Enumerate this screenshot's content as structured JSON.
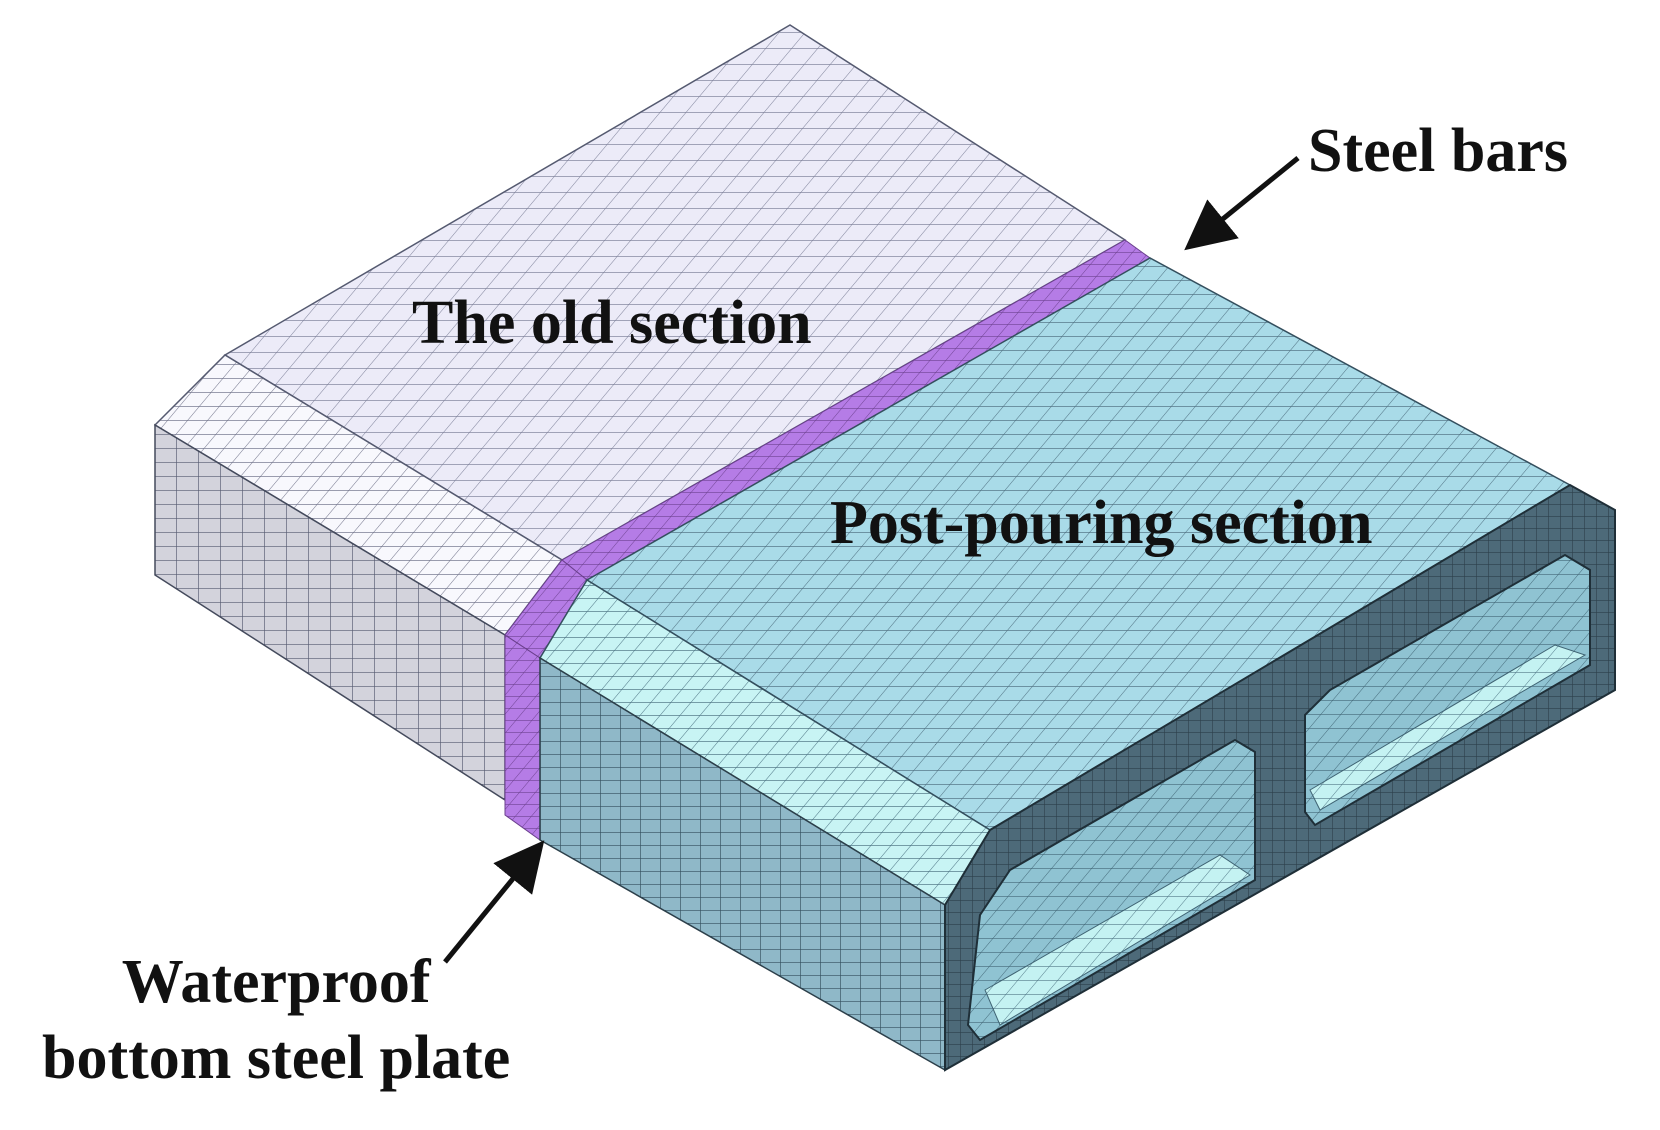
{
  "labels": {
    "steel_bars": "Steel bars",
    "old_section": "The old section",
    "post_pouring_section": "Post-pouring section",
    "waterproof_line1": "Waterproof",
    "waterproof_line2": "bottom steel plate"
  },
  "colors": {
    "old_section_top": "#ecebf8",
    "old_section_side": "#d3d3dc",
    "steel_bar_band": "#b57ce6",
    "post_section_top": "#a9dbe8",
    "post_section_side": "#8fb8c8",
    "post_section_bevel": "#c8f4f4",
    "post_section_end_face": "#4d6a79",
    "mesh_line": "#6b6f86",
    "arrow": "#111111"
  }
}
